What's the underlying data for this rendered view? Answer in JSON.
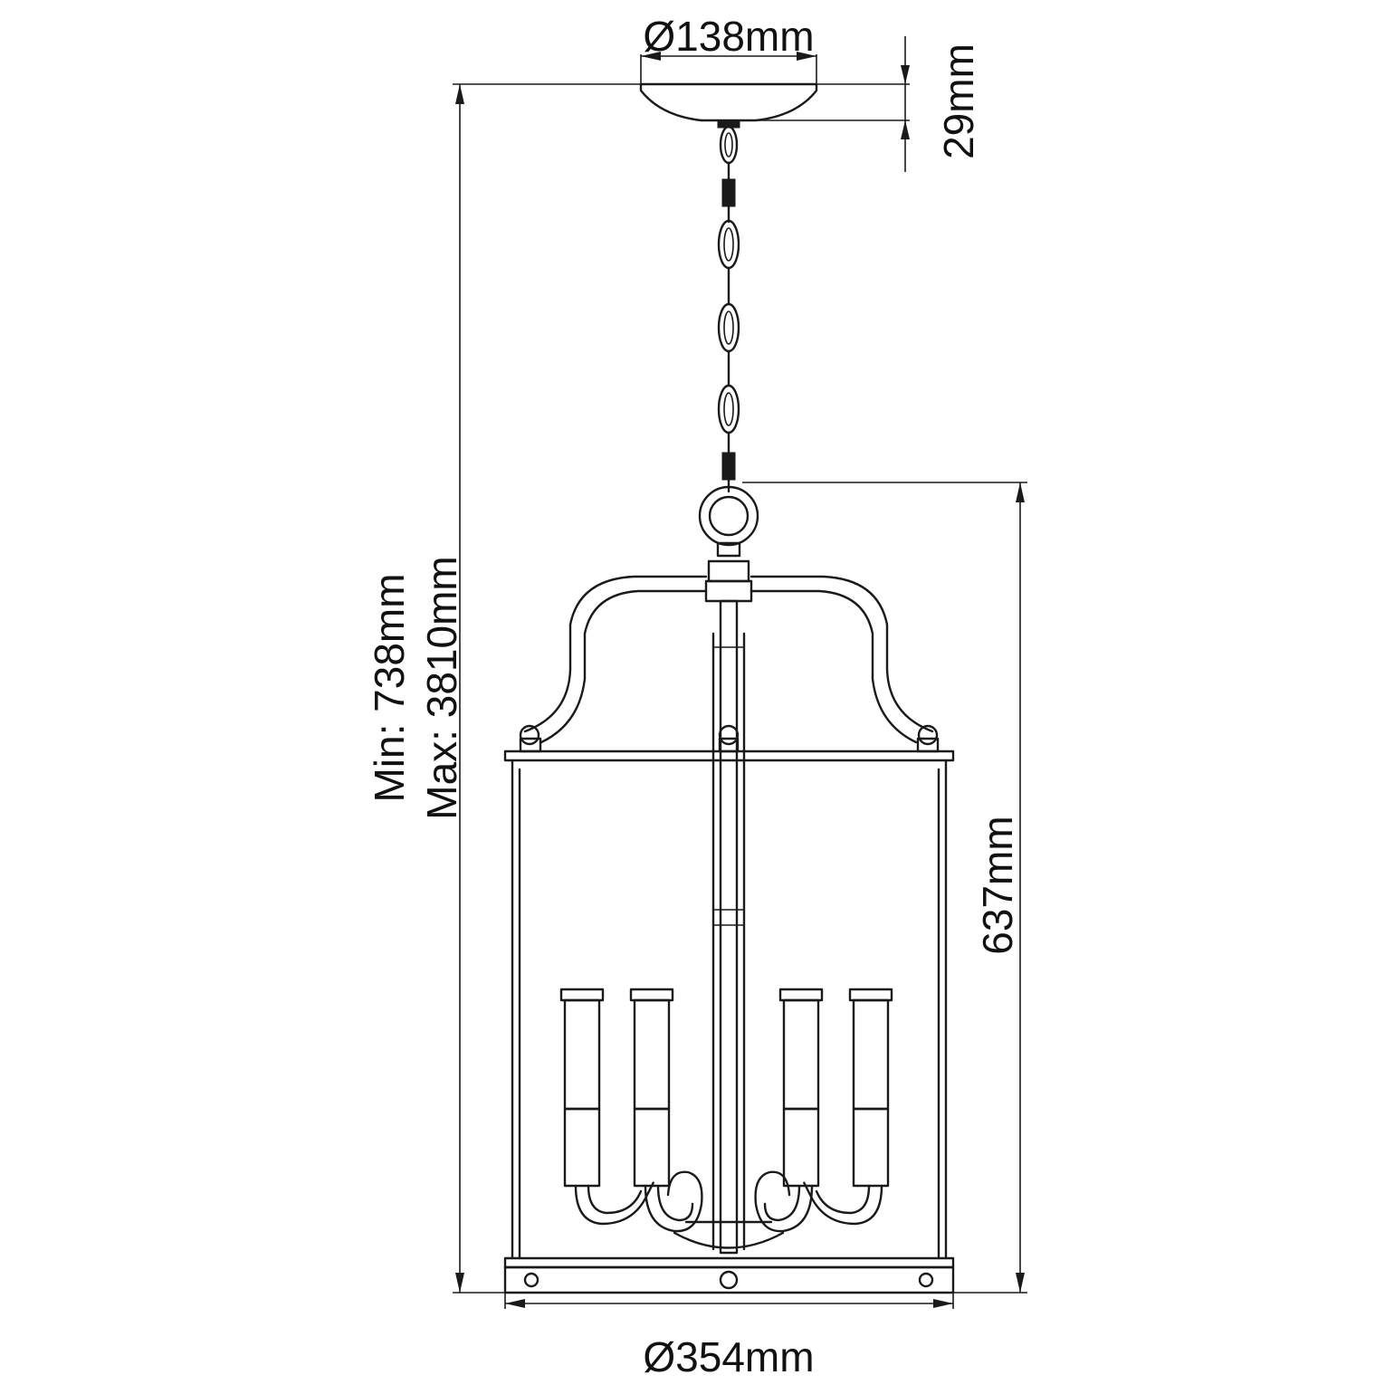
{
  "dimensions": {
    "canopy_diameter": "Ø138mm",
    "canopy_height": "29mm",
    "min_height": "Min: 738mm",
    "max_height": "Max: 3810mm",
    "body_height": "637mm",
    "body_diameter": "Ø354mm"
  },
  "colors": {
    "line": "#1a1a1a",
    "background": "#ffffff"
  }
}
